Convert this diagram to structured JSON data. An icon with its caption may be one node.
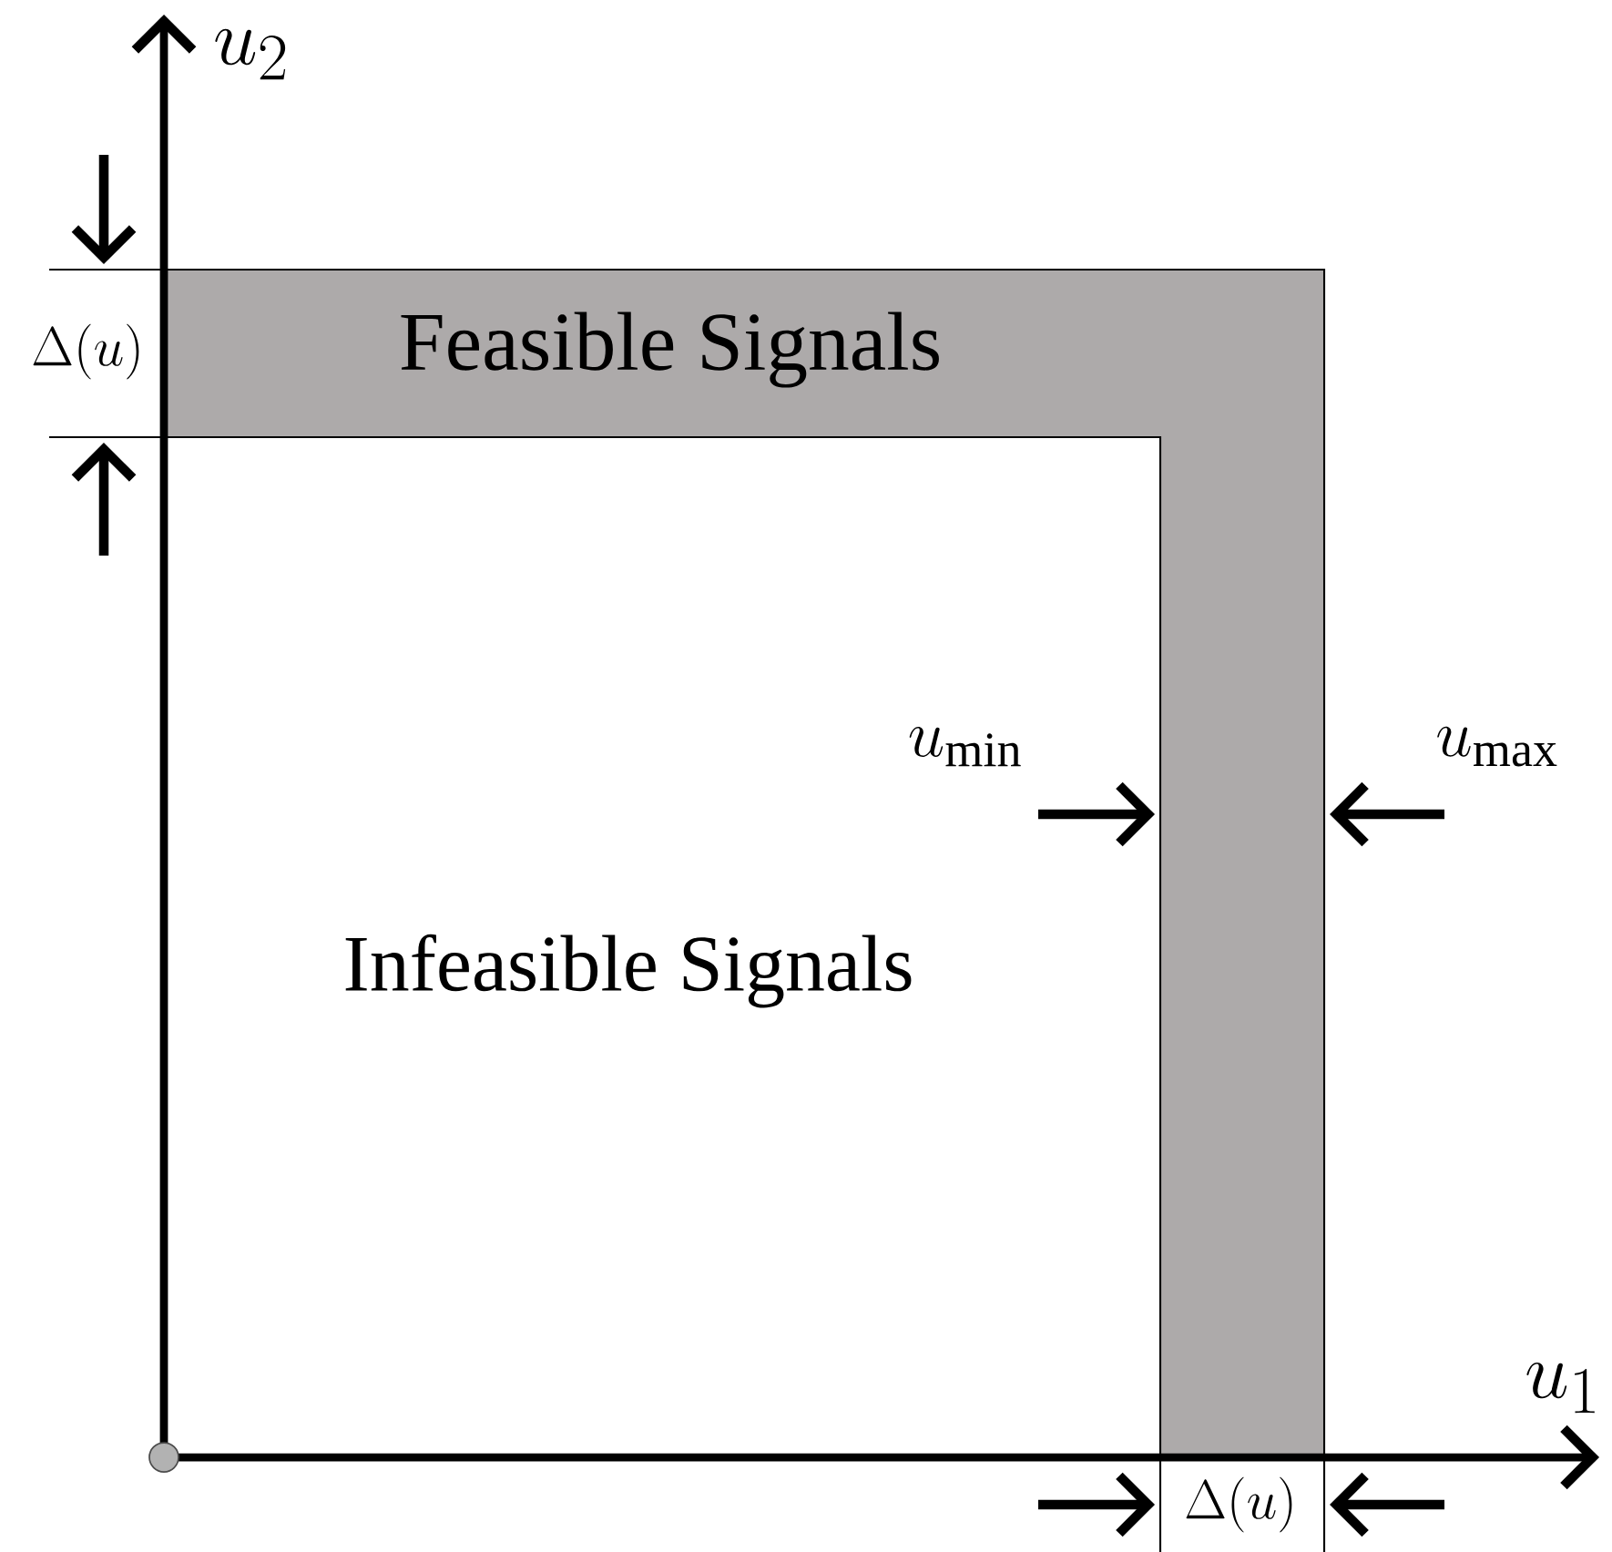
{
  "diagram": {
    "nodes": [
      {
        "text": [
          "Feasible Signals"
        ]
      }
    ],
    "labels": [
      "u_2",
      "\\Delta(u)",
      "u_{\\min}",
      "u_{\\max}",
      "Infeasible Signals",
      "u_1",
      "\\Delta(u)"
    ]
  }
}
